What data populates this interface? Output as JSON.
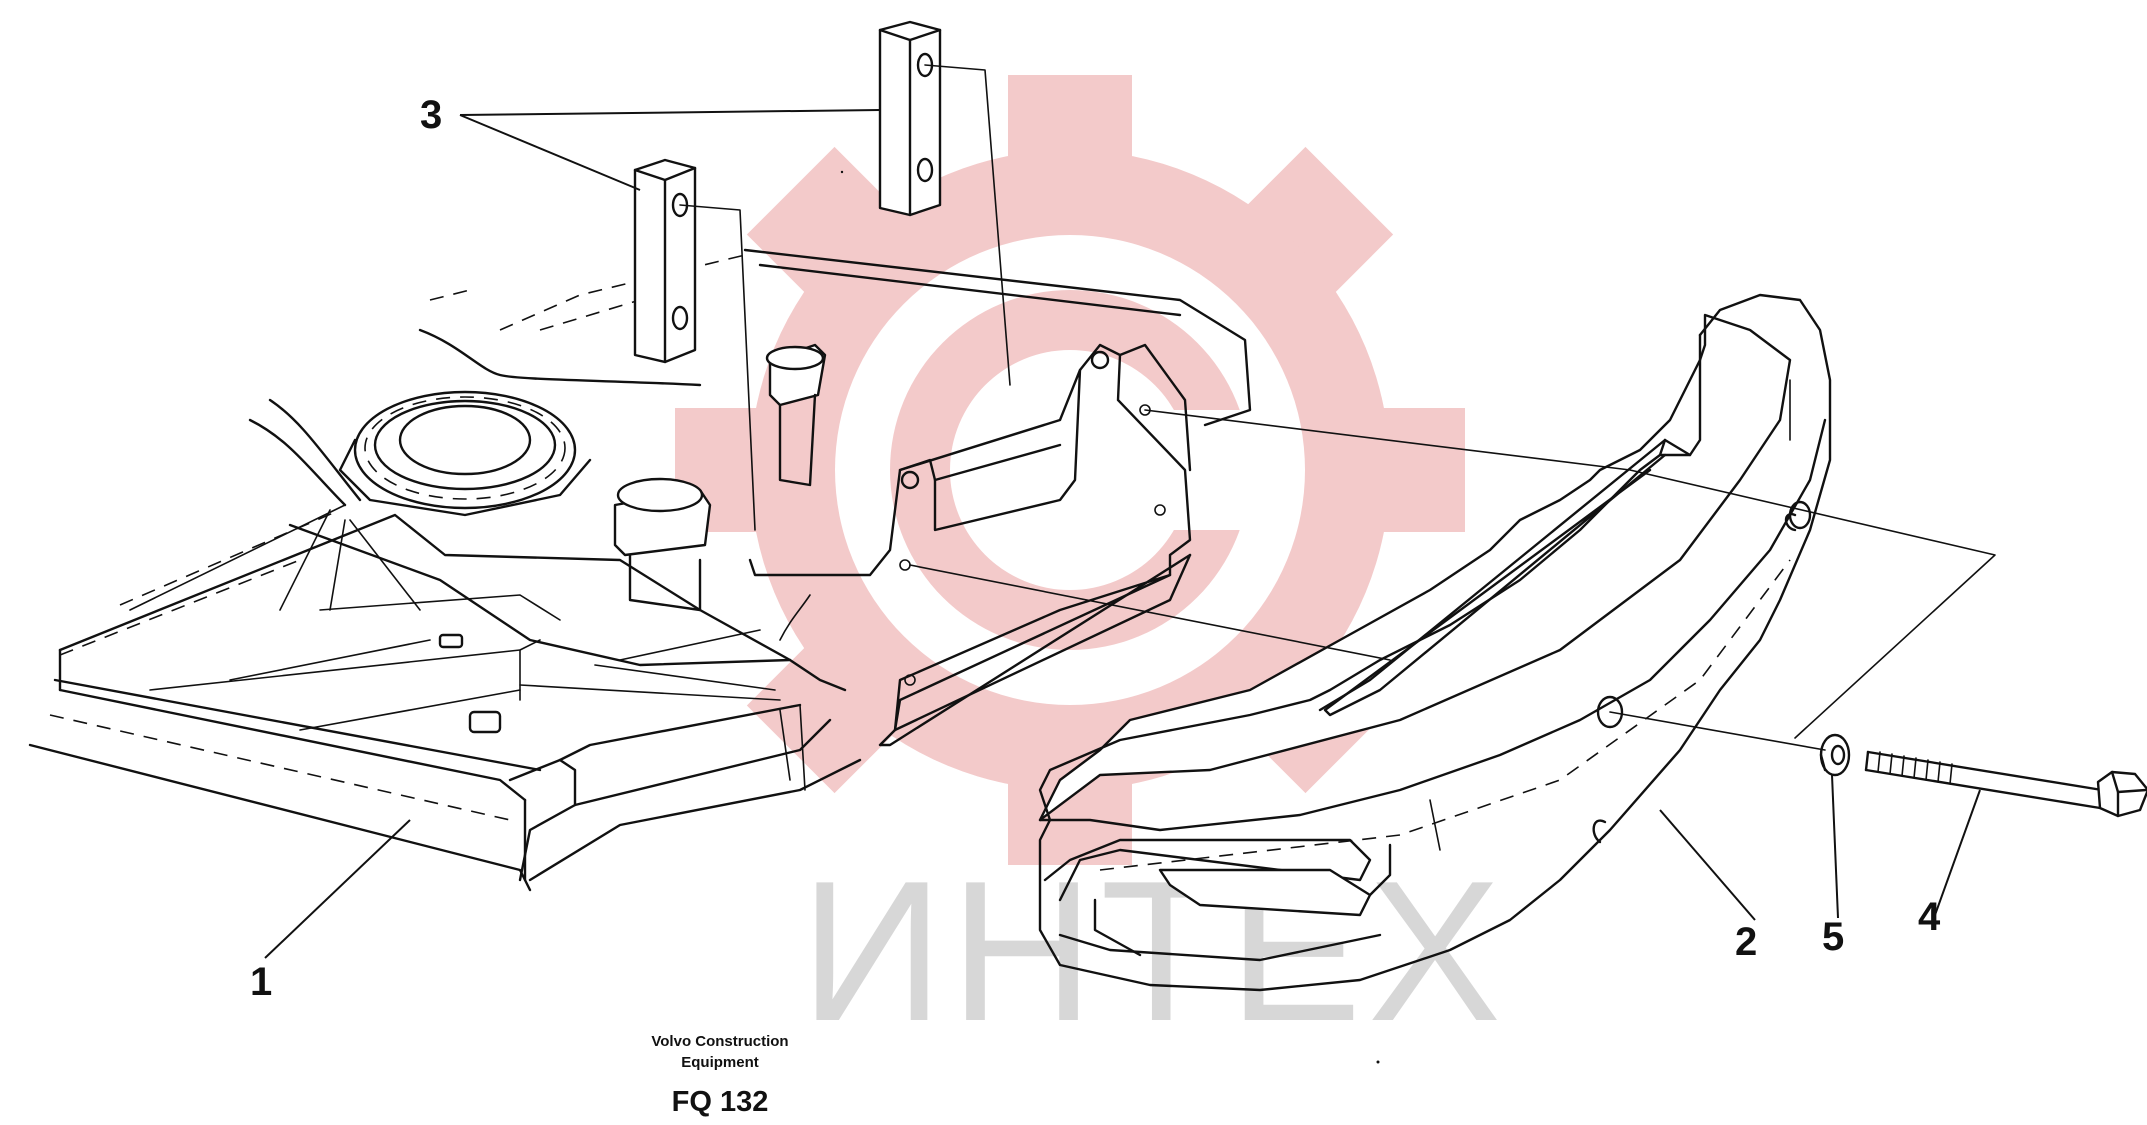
{
  "watermark": {
    "text": "ИНТЕХ",
    "gear_color": "#f2c4c4",
    "text_color": "#d7d7d7"
  },
  "callouts": {
    "c1": "1",
    "c2": "2",
    "c3": "3",
    "c4": "4",
    "c5": "5"
  },
  "caption": {
    "line1": "Volvo Construction",
    "line2": "Equipment",
    "code": "FQ 132"
  }
}
